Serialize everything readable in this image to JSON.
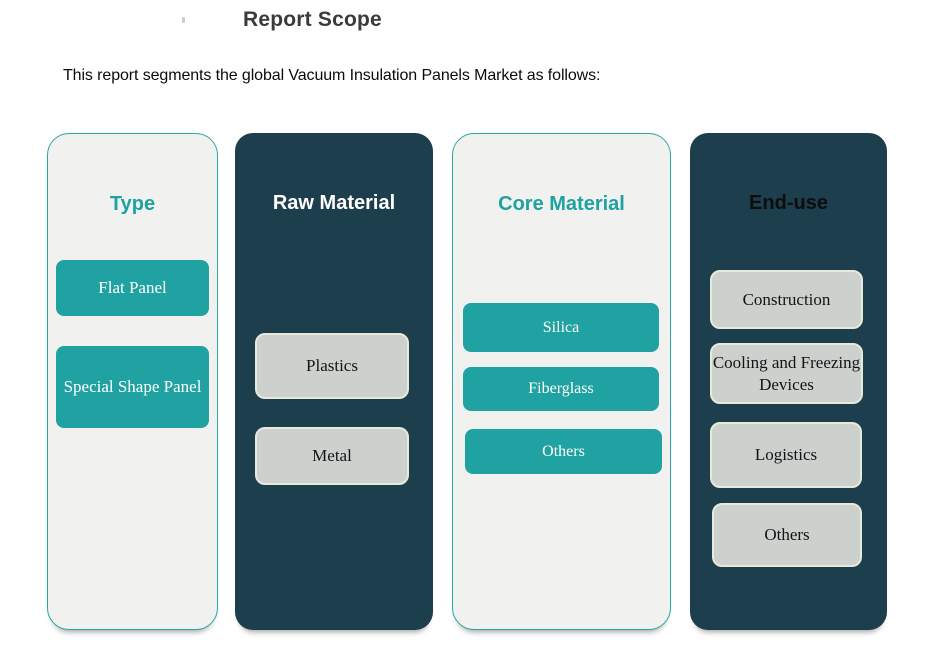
{
  "page": {
    "title": "Report Scope",
    "subtitle": "This report segments the global Vacuum Insulation Panels Market as follows:"
  },
  "colors": {
    "teal_accent": "#21a2a2",
    "dark_panel": "#1d3e4c",
    "light_panel": "#f1f1ef",
    "gray_button": "#ccd1ce",
    "gray_button_border": "#e7e9da",
    "title_text": "#3b3b3b"
  },
  "columns": [
    {
      "label": "Type",
      "theme": "light",
      "items": [
        "Flat Panel",
        "Special Shape Panel"
      ]
    },
    {
      "label": "Raw Material",
      "theme": "dark",
      "items": [
        "Plastics",
        "Metal"
      ]
    },
    {
      "label": "Core Material",
      "theme": "light",
      "items": [
        "Silica",
        "Fiberglass",
        "Others"
      ]
    },
    {
      "label": "End-use",
      "theme": "dark",
      "items": [
        "Construction",
        "Cooling and Freezing Devices",
        "Logistics",
        "Others"
      ]
    }
  ]
}
